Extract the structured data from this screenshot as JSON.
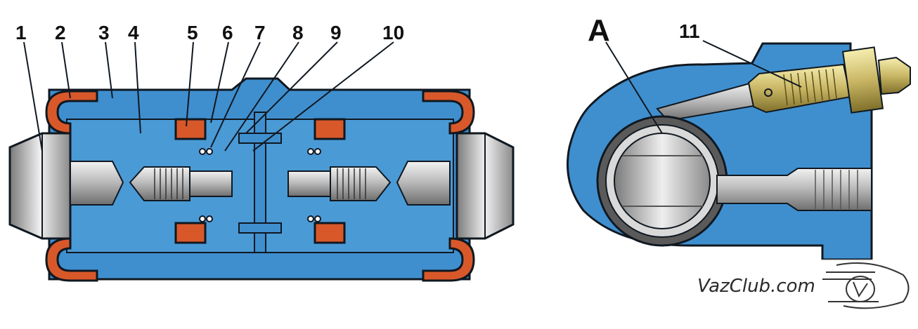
{
  "callouts": [
    "1",
    "2",
    "3",
    "4",
    "5",
    "6",
    "7",
    "8",
    "9",
    "10"
  ],
  "view_label": "A",
  "view_callout": "11",
  "watermark": "VazClub.com",
  "colors": {
    "body": "#3f8fcf",
    "body_dark": "#2c6ea3",
    "seal": "#d8582a",
    "outline": "#101820",
    "metal": "#c8c8c8"
  }
}
